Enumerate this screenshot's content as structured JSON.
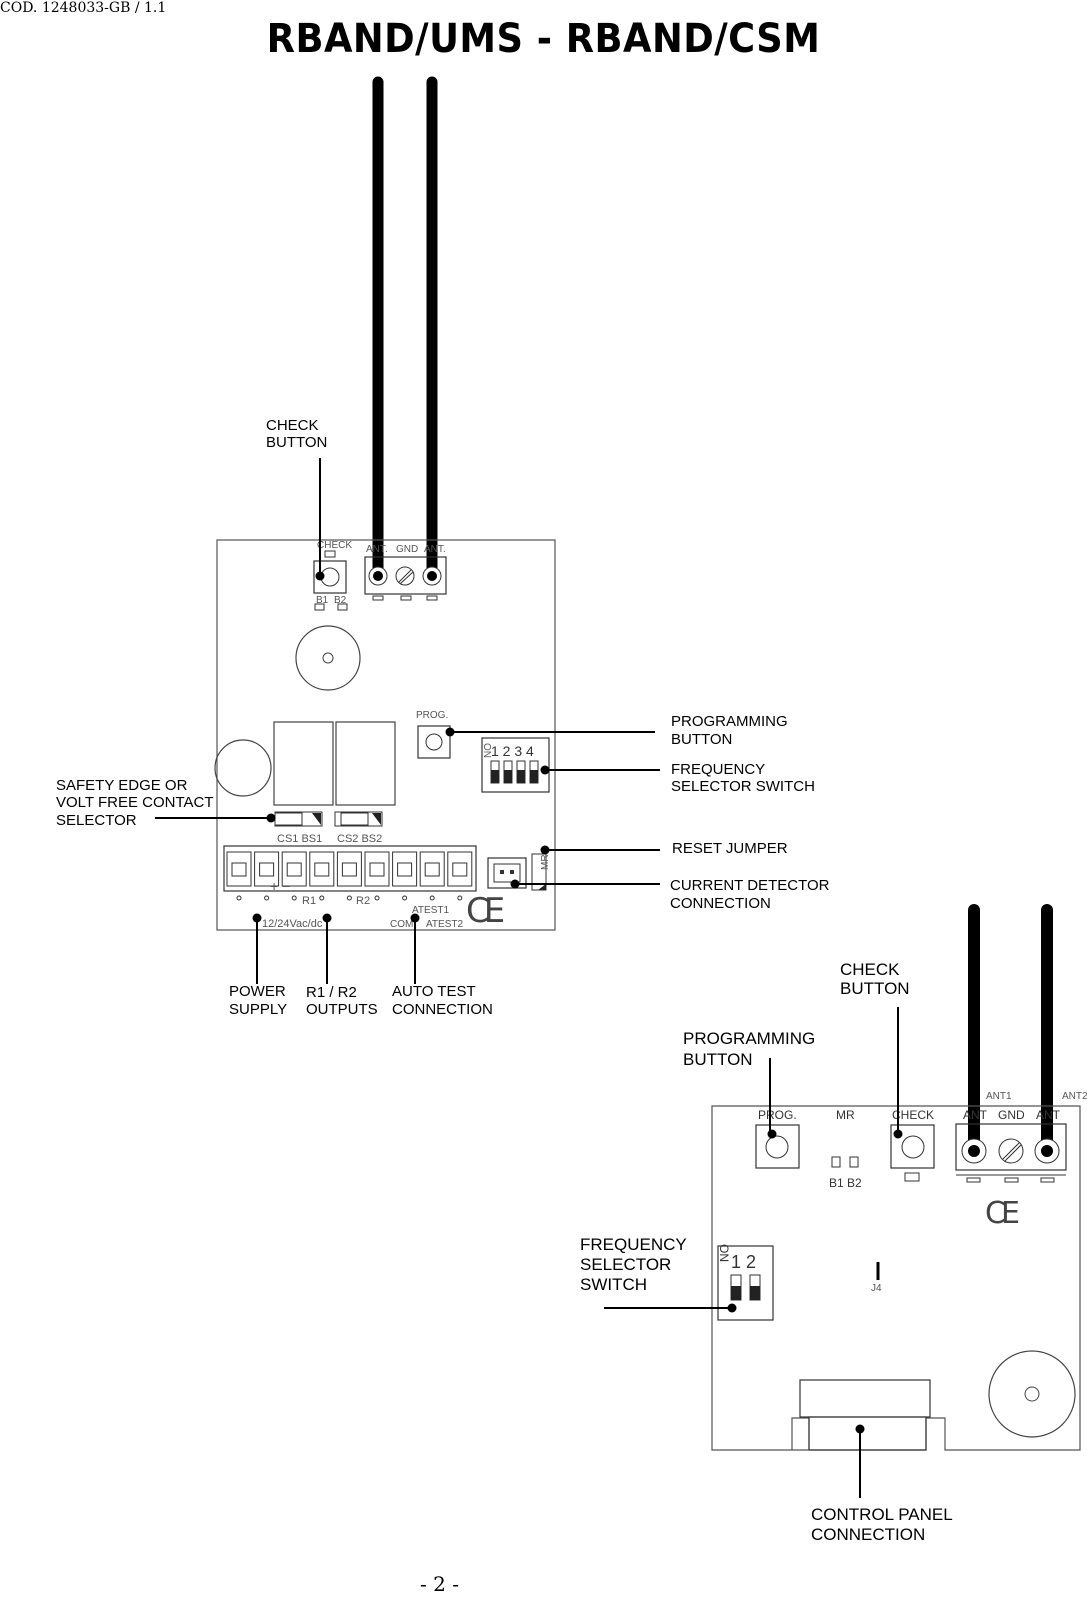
{
  "header": {
    "code": "COD. 1248033-GB / 1.1",
    "title": "RBAND/UMS - RBAND/CSM"
  },
  "footer": {
    "page": "- 2 -"
  },
  "board1": {
    "pcb_text": {
      "check": "CHECK",
      "ant1": "ANT.",
      "gnd": "GND",
      "ant2": "ANT.",
      "b1": "B1",
      "b2": "B2",
      "prog": "PROG.",
      "dip": "1 2 3 4",
      "on": "ON",
      "cs1bs1": "CS1 BS1",
      "cs2bs2": "CS2 BS2",
      "mr": "MR",
      "r1": "R1",
      "r2": "R2",
      "plusminus": "+ −",
      "voltage": "12/24Vac/dc",
      "atest1": "ATEST1",
      "com": "COM",
      "atest2": "ATEST2",
      "ce": "CE"
    },
    "labels": {
      "check_l1": "CHECK",
      "check_l2": "BUTTON",
      "prog_l1": "PROGRAMMING",
      "prog_l2": "BUTTON",
      "freq_l1": "FREQUENCY",
      "freq_l2": "SELECTOR SWITCH",
      "safety_l1": "SAFETY EDGE OR",
      "safety_l2": "VOLT FREE CONTACT",
      "safety_l3": "SELECTOR",
      "reset": "RESET JUMPER",
      "current_l1": "CURRENT DETECTOR",
      "current_l2": "CONNECTION",
      "power_l1": "POWER",
      "power_l2": "SUPPLY",
      "outputs_l1": "R1 / R2",
      "outputs_l2": "OUTPUTS",
      "autotest_l1": "AUTO TEST",
      "autotest_l2": "CONNECTION"
    }
  },
  "board2": {
    "pcb_text": {
      "prog": "PROG.",
      "mr": "MR",
      "check": "CHECK",
      "ant1_top": "ANT1",
      "ant2_top": "ANT2",
      "ant_l": "ANT",
      "gnd": "GND",
      "ant_r": "ANT",
      "b1b2": "B1 B2",
      "dip": "1 2",
      "on": "ON",
      "j4": "J4",
      "ce": "CE"
    },
    "labels": {
      "check_l1": "CHECK",
      "check_l2": "BUTTON",
      "prog_l1": "PROGRAMMING",
      "prog_l2": "BUTTON",
      "freq_l1": "FREQUENCY",
      "freq_l2": "SELECTOR",
      "freq_l3": "SWITCH",
      "panel_l1": "CONTROL PANEL",
      "panel_l2": "CONNECTION"
    }
  }
}
